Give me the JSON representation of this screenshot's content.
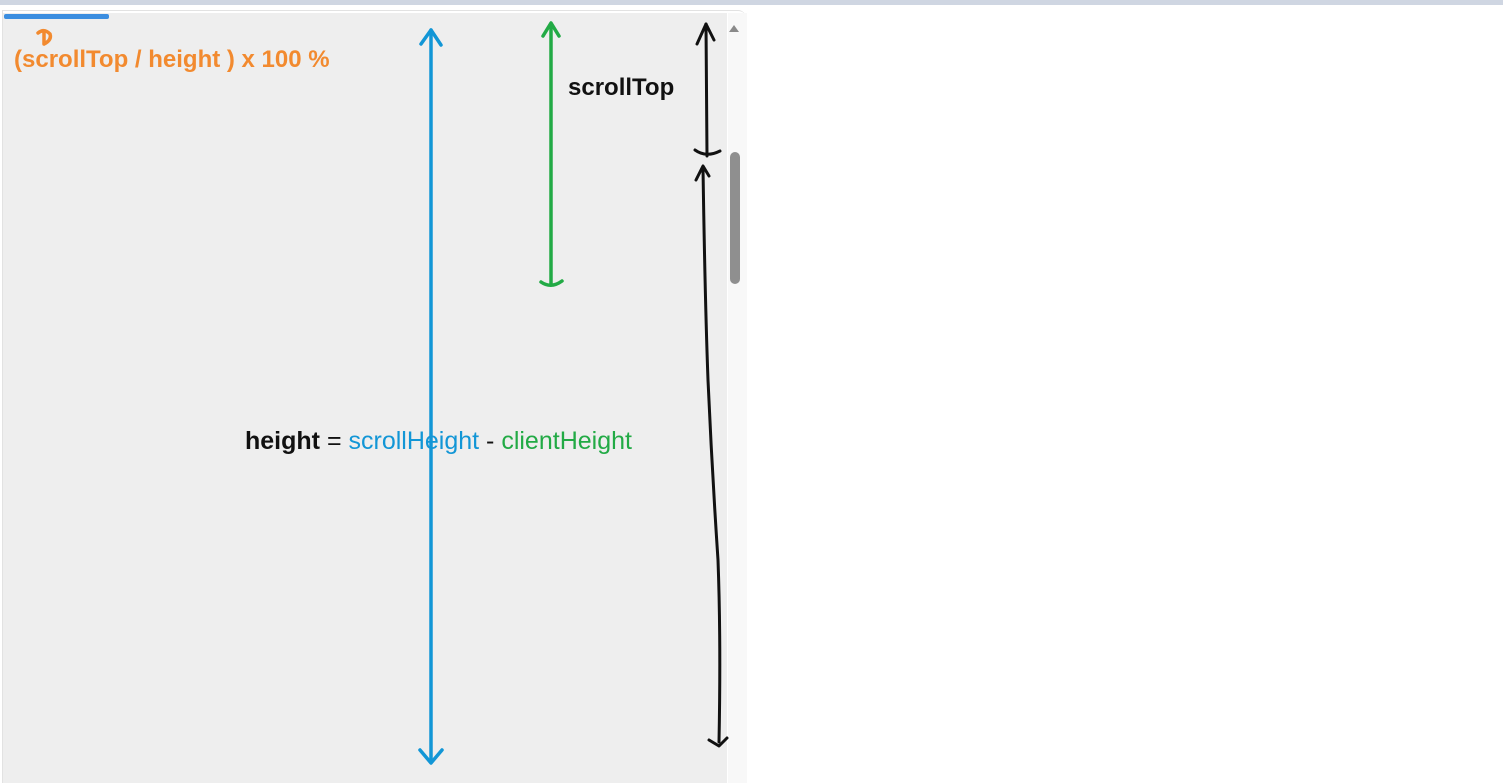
{
  "colors": {
    "orange": "#f28a2f",
    "blue": "#1296d6",
    "green": "#22aa45",
    "black": "#111111",
    "progress": "#3c8ee0"
  },
  "labels": {
    "percent_formula": "(scrollTop / height ) x 100 %",
    "scrolltop": "scrollTop",
    "height_formula": {
      "lhs": "height",
      "eq": " = ",
      "term1": "scrollHeight",
      "minus": " - ",
      "term2": "clientHeight"
    }
  }
}
